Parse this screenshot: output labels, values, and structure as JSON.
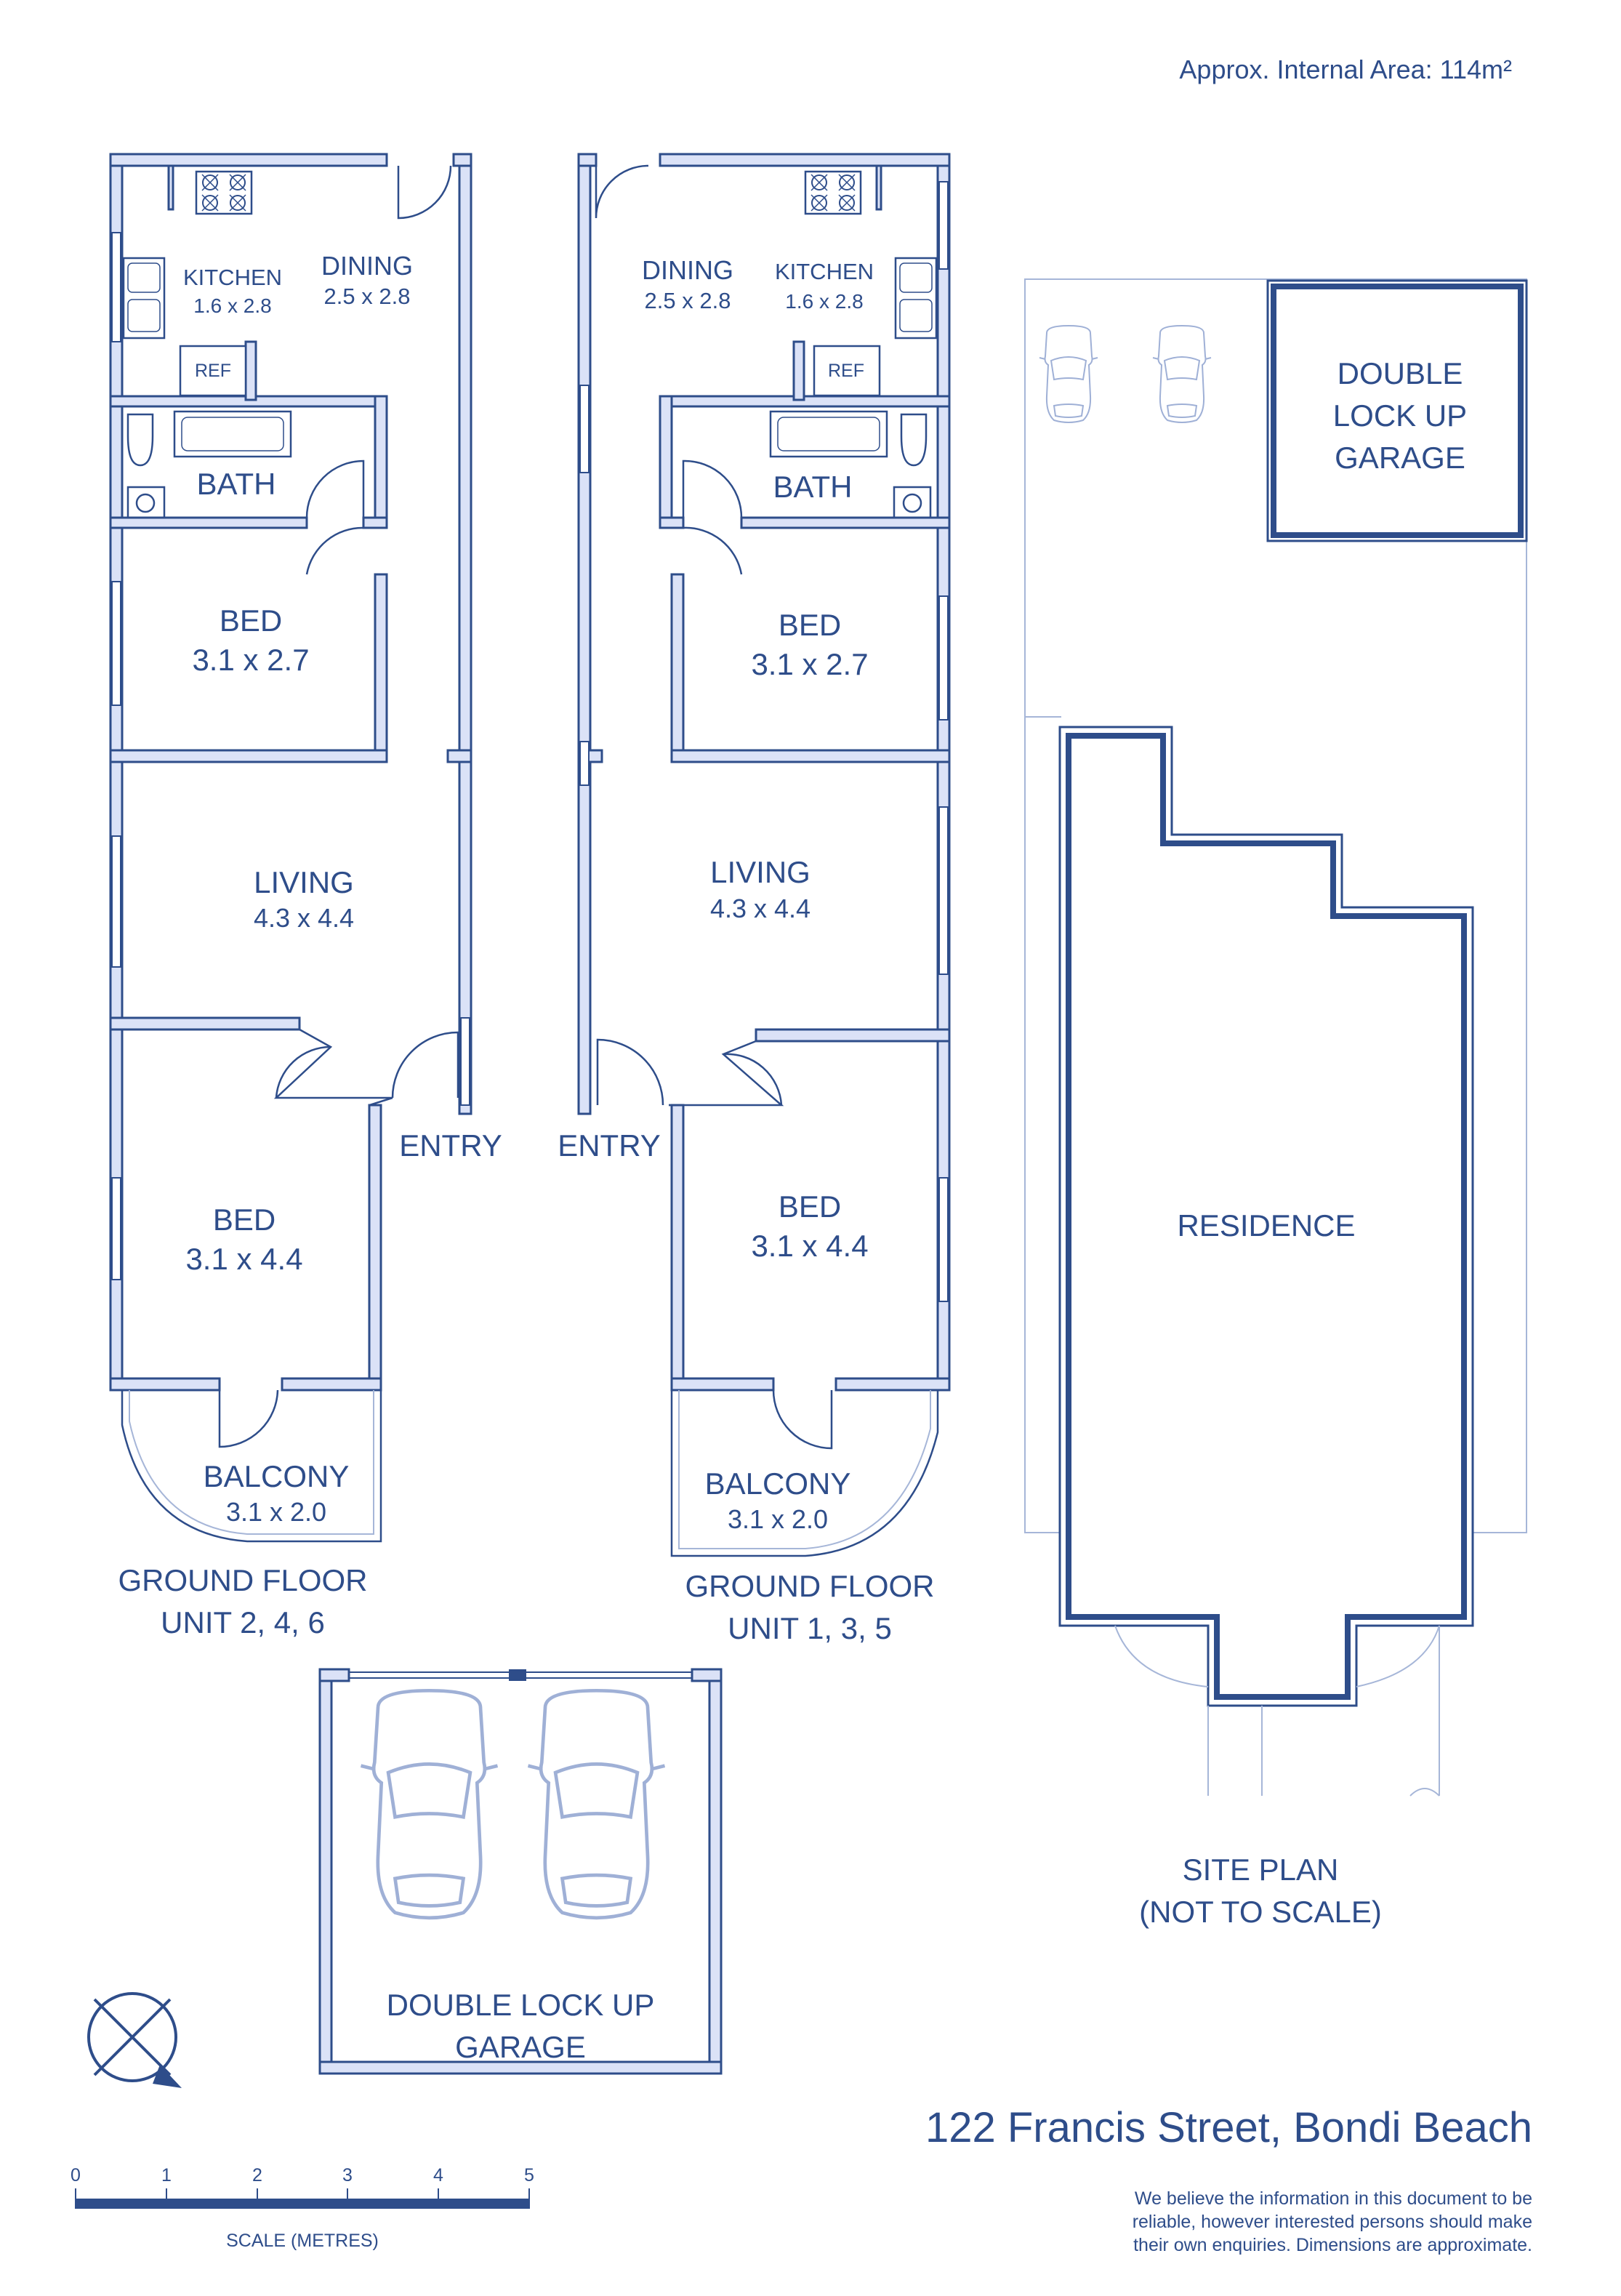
{
  "area_label": "Approx. Internal Area: 114m²",
  "unit_left": {
    "kitchen": "KITCHEN",
    "kitchen_dim": "1.6 x 2.8",
    "dining": "DINING",
    "dining_dim": "2.5 x 2.8",
    "ref": "REF",
    "bath": "BATH",
    "bed1": "BED",
    "bed1_dim": "3.1 x 2.7",
    "living": "LIVING",
    "living_dim": "4.3 x 4.4",
    "entry": "ENTRY",
    "bed2": "BED",
    "bed2_dim": "3.1 x 4.4",
    "balcony": "BALCONY",
    "balcony_dim": "3.1 x 2.0",
    "floor_label": "GROUND FLOOR",
    "unit_label": "UNIT 2, 4, 6"
  },
  "unit_right": {
    "dining": "DINING",
    "dining_dim": "2.5 x 2.8",
    "kitchen": "KITCHEN",
    "kitchen_dim": "1.6 x 2.8",
    "ref": "REF",
    "bath": "BATH",
    "bed1": "BED",
    "bed1_dim": "3.1 x 2.7",
    "living": "LIVING",
    "living_dim": "4.3 x 4.4",
    "entry": "ENTRY",
    "bed2": "BED",
    "bed2_dim": "3.1 x 4.4",
    "balcony": "BALCONY",
    "balcony_dim": "3.1 x 2.0",
    "floor_label": "GROUND FLOOR",
    "unit_label": "UNIT 1, 3, 5"
  },
  "site_plan": {
    "garage_line1": "DOUBLE",
    "garage_line2": "LOCK UP",
    "garage_line3": "GARAGE",
    "residence": "RESIDENCE",
    "title_line1": "SITE PLAN",
    "title_line2": "(NOT TO SCALE)"
  },
  "garage": {
    "line1": "DOUBLE LOCK UP",
    "line2": "GARAGE"
  },
  "address": "122 Francis Street, Bondi Beach",
  "disclaimer": [
    "We believe the information in this document to be",
    "reliable, however interested persons should make",
    "their own enquiries. Dimensions are approximate."
  ],
  "scale": {
    "ticks": [
      "0",
      "1",
      "2",
      "3",
      "4",
      "5"
    ],
    "label": "SCALE (METRES)"
  },
  "icons": {
    "compass": "north-arrow-icon",
    "car": "car-icon",
    "stove": "cooktop-icon"
  },
  "colors": {
    "line": "#2e4d8a",
    "wall_fill": "#dbe2f7",
    "faint": "#a6b6d8"
  }
}
